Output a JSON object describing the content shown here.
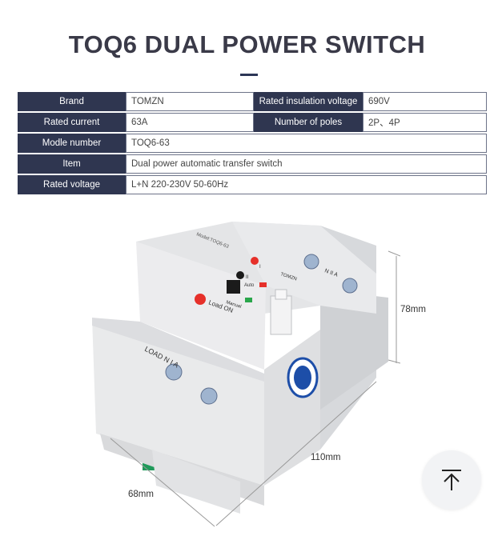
{
  "title": "TOQ6 DUAL POWER SWITCH",
  "specs": {
    "brand_label": "Brand",
    "brand_value": "TOMZN",
    "insulation_label": "Rated insulation voltage",
    "insulation_value": "690V",
    "current_label": "Rated current",
    "current_value": "63A",
    "poles_label": "Number of poles",
    "poles_value": "2P、4P",
    "model_label": "Modle number",
    "model_value": "TOQ6-63",
    "item_label": "Item",
    "item_value": "Dual power automatic transfer switch",
    "voltage_label": "Rated voltage",
    "voltage_value": "L+N 220-230V 50-60Hz"
  },
  "dimensions": {
    "height": "78mm",
    "width": "110mm",
    "depth": "68mm"
  },
  "device": {
    "front_label": "Model:TOQ6-63",
    "mark_1": "I",
    "mark_2": "II",
    "auto_label": "Auto",
    "manual_label": "Manual",
    "load_on_label": "Load ON",
    "load_terminal_label": "LOAD N I A",
    "brand_tag": "TOMZN",
    "line_terminal_label": "N II A"
  },
  "colors": {
    "label_bg": "#2f3650",
    "title": "#3a3a48"
  },
  "icons": {
    "back_to_top": "arrow-up-to-line-icon"
  }
}
